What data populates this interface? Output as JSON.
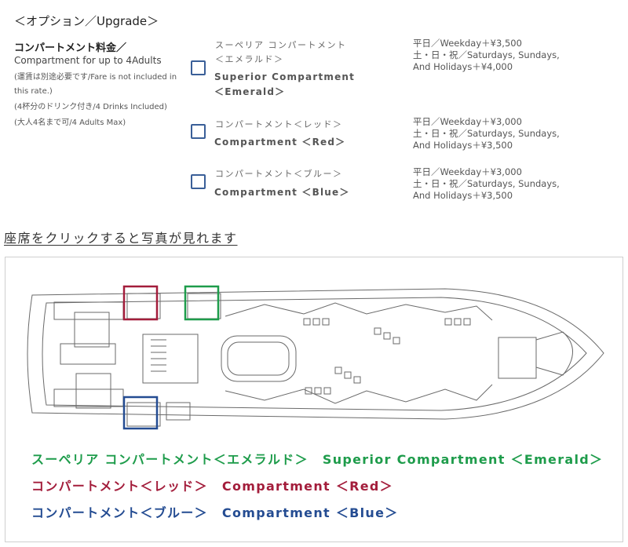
{
  "colors": {
    "emerald": "#1e9c4b",
    "red": "#a31d3b",
    "blue": "#244c92",
    "checkbox_border": "#3a5f98",
    "plan_line": "#6a6a6a"
  },
  "section_title": "＜オプション／Upgrade＞",
  "compartment_info": {
    "label_jp": "コンパートメント料金／",
    "label_en": "Compartment for up to 4Adults",
    "notes": [
      "(運賃は別途必要です/Fare is not included in",
      "this rate.)",
      "(4杯分のドリンク付き/4 Drinks Included)",
      "(大人4名まで可/4 Adults Max)"
    ]
  },
  "options": [
    {
      "name_jp": "スーペリア コンパートメント",
      "name_jp2": "＜エメラルド＞",
      "name_en": "Superior Compartment",
      "name_en2": "＜Emerald＞",
      "checked": false,
      "price_lines": [
        "平日／Weekday＋¥3,500",
        "土・日・祝／Saturdays, Sundays,",
        "And Holidays＋¥4,000"
      ]
    },
    {
      "name_jp": "コンパートメント＜レッド＞",
      "name_en": "Compartment ＜Red＞",
      "checked": false,
      "price_lines": [
        "平日／Weekday＋¥3,000",
        "土・日・祝／Saturdays, Sundays,",
        "And Holidays＋¥3,500"
      ]
    },
    {
      "name_jp": "コンパートメント＜ブルー＞",
      "name_en": "Compartment ＜Blue＞",
      "checked": false,
      "price_lines": [
        "平日／Weekday＋¥3,000",
        "土・日・祝／Saturdays, Sundays,",
        "And Holidays＋¥3,500"
      ]
    }
  ],
  "click_hint": "座席をクリックすると写真が見れます",
  "legend": {
    "emerald": {
      "jp": "スーペリア コンパートメント＜エメラルド＞",
      "en": "Superior Compartment ＜Emerald＞"
    },
    "red": {
      "jp": "コンパートメント＜レッド＞",
      "en": "Compartment ＜Red＞"
    },
    "blue": {
      "jp": "コンパートメント＜ブルー＞",
      "en": "Compartment ＜Blue＞"
    }
  }
}
